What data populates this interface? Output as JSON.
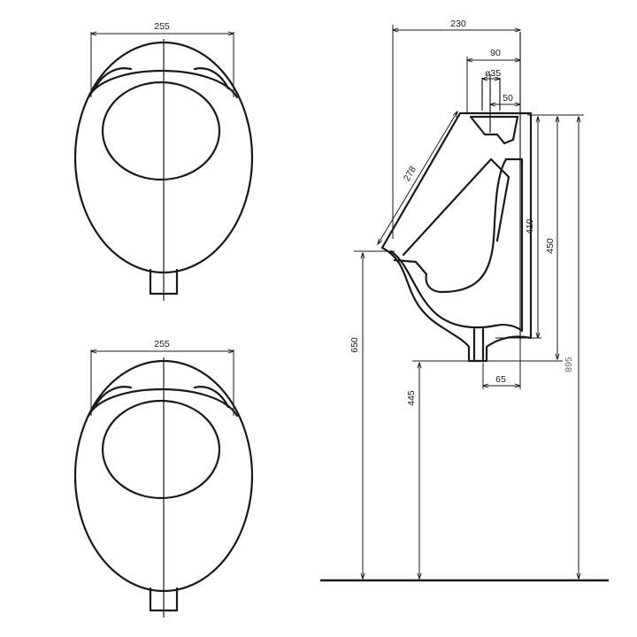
{
  "dimensions": {
    "front_top_width": "255",
    "front_bottom_width": "255",
    "side_total_depth": "230",
    "side_inlet_offset": "90",
    "side_inlet_diameter": "ø35",
    "side_inlet_depth": "50",
    "side_bowl_diagonal": "278",
    "side_height_410": "410",
    "side_height_450": "450",
    "side_rim_height": "650",
    "side_outlet_height": "445",
    "side_total_height": "895",
    "side_outlet_width": "65"
  },
  "colors": {
    "line": "#1a1a1a",
    "highlight_label": "#6b6b58"
  }
}
